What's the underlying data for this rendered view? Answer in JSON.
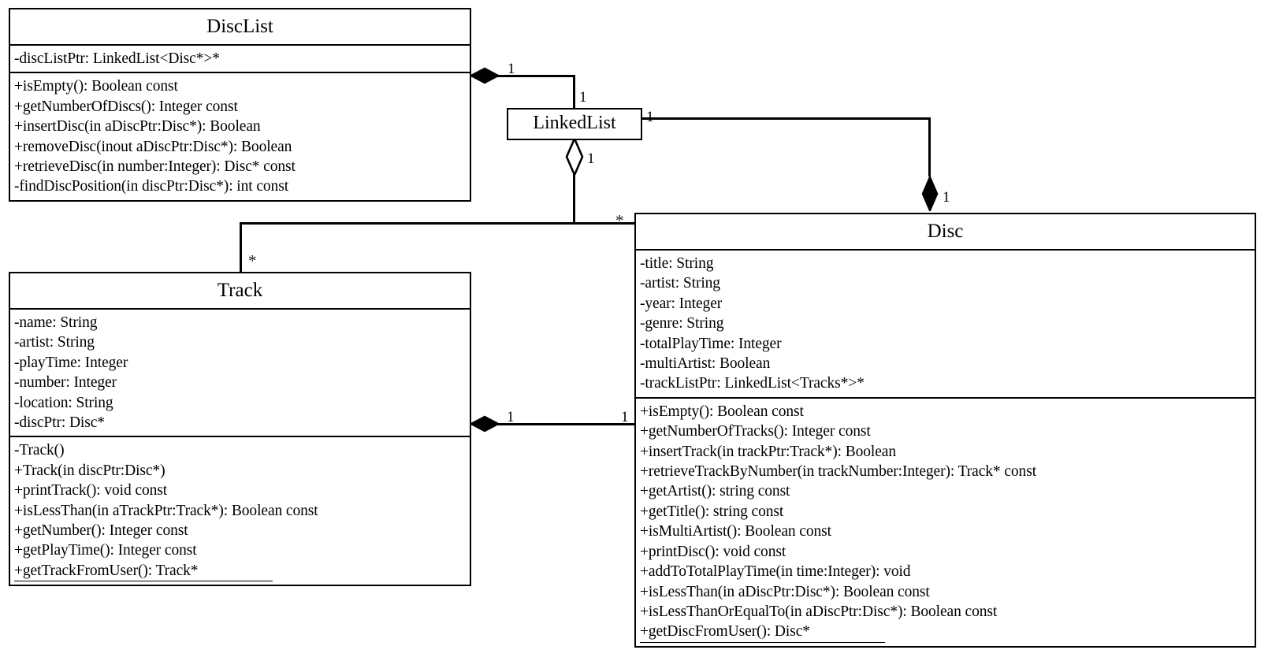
{
  "diagram": {
    "title": "CD Collection UML Class Diagram",
    "type": "uml-class-diagram",
    "background_color": "#ffffff",
    "line_color": "#000000"
  },
  "classes": {
    "disclist": {
      "name": "DiscList",
      "attributes": [
        "-discListPtr: LinkedList<Disc*>*"
      ],
      "operations": [
        "+isEmpty(): Boolean const",
        "+getNumberOfDiscs(): Integer const",
        "+insertDisc(in aDiscPtr:Disc*): Boolean",
        "+removeDisc(inout aDiscPtr:Disc*): Boolean",
        "+retrieveDisc(in number:Integer): Disc* const",
        "-findDiscPosition(in discPtr:Disc*): int const"
      ]
    },
    "linkedlist": {
      "name": "LinkedList",
      "attributes": [],
      "operations": []
    },
    "track": {
      "name": "Track",
      "attributes": [
        "-name: String",
        "-artist: String",
        "-playTime: Integer",
        "-number: Integer",
        "-location: String",
        "-discPtr: Disc*"
      ],
      "operations": [
        "-Track()",
        "+Track(in discPtr:Disc*)",
        "+printTrack(): void const",
        "+isLessThan(in aTrackPtr:Track*): Boolean const",
        "+getNumber(): Integer const",
        "+getPlayTime(): Integer const"
      ],
      "static_operations": [
        "+getTrackFromUser(): Track*"
      ]
    },
    "disc": {
      "name": "Disc",
      "attributes": [
        "-title: String",
        "-artist: String",
        "-year: Integer",
        "-genre: String",
        "-totalPlayTime: Integer",
        "-multiArtist: Boolean",
        "-trackListPtr: LinkedList<Tracks*>*"
      ],
      "operations": [
        "+isEmpty(): Boolean const",
        "+getNumberOfTracks(): Integer const",
        "+insertTrack(in trackPtr:Track*): Boolean",
        "+retrieveTrackByNumber(in trackNumber:Integer): Track* const",
        "+getArtist(): string const",
        "+getTitle(): string const",
        "+isMultiArtist(): Boolean const",
        "+printDisc(): void const",
        "+addToTotalPlayTime(in time:Integer): void",
        "+isLessThan(in aDiscPtr:Disc*): Boolean const",
        "+isLessThanOrEqualTo(in aDiscPtr:Disc*): Boolean const"
      ],
      "static_operations": [
        "+getDiscFromUser(): Disc*"
      ]
    }
  },
  "relationships": [
    {
      "id": "disclist-linkedlist",
      "from": "DiscList",
      "to": "LinkedList",
      "kind": "composition",
      "source_multiplicity": "1",
      "target_multiplicity": "1"
    },
    {
      "id": "linkedlist-disc",
      "from": "LinkedList",
      "to": "Disc",
      "kind": "composition",
      "source_multiplicity": "1",
      "target_multiplicity": "1"
    },
    {
      "id": "linkedlist-aggregate",
      "from": "LinkedList",
      "to": "Track-and-Disc",
      "kind": "aggregation",
      "source_multiplicity": "1",
      "track_multiplicity": "*",
      "disc_multiplicity": "*"
    },
    {
      "id": "track-disc",
      "from": "Track",
      "to": "Disc",
      "kind": "composition",
      "source_multiplicity": "1",
      "target_multiplicity": "1"
    }
  ],
  "multiplicity_labels": {
    "disclist_end": "1",
    "linkedlist_top": "1",
    "linkedlist_right": "1",
    "linkedlist_bottom": "1",
    "disc_top": "1",
    "branch_star_disc": "*",
    "branch_star_track": "*",
    "track_end": "1",
    "disc_left": "1"
  }
}
